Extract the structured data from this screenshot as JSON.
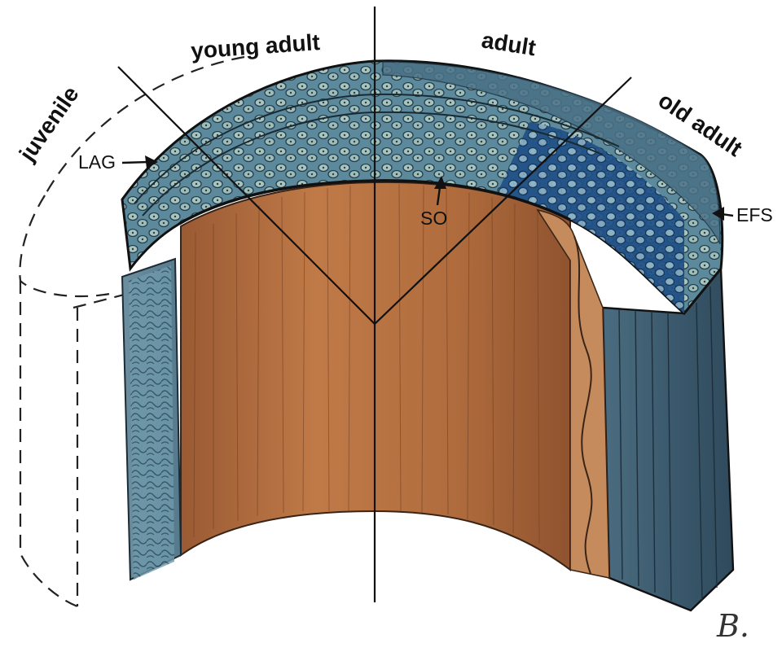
{
  "figure": {
    "stage_labels": {
      "juvenile": "juvenile",
      "young_adult": "young adult",
      "adult": "adult",
      "old_adult": "old adult"
    },
    "callouts": {
      "lag": "LAG",
      "so": "SO",
      "efs": "EFS"
    },
    "signature": "B.",
    "colors": {
      "medullary_cavity": "#b0683a",
      "cortex_blue": "#4f7e94",
      "osteon_light": "#a8c2bd",
      "osteon_dark_blue": "#1f4f86",
      "outer_surface": "#3f5e72",
      "lines": "#111111"
    }
  }
}
